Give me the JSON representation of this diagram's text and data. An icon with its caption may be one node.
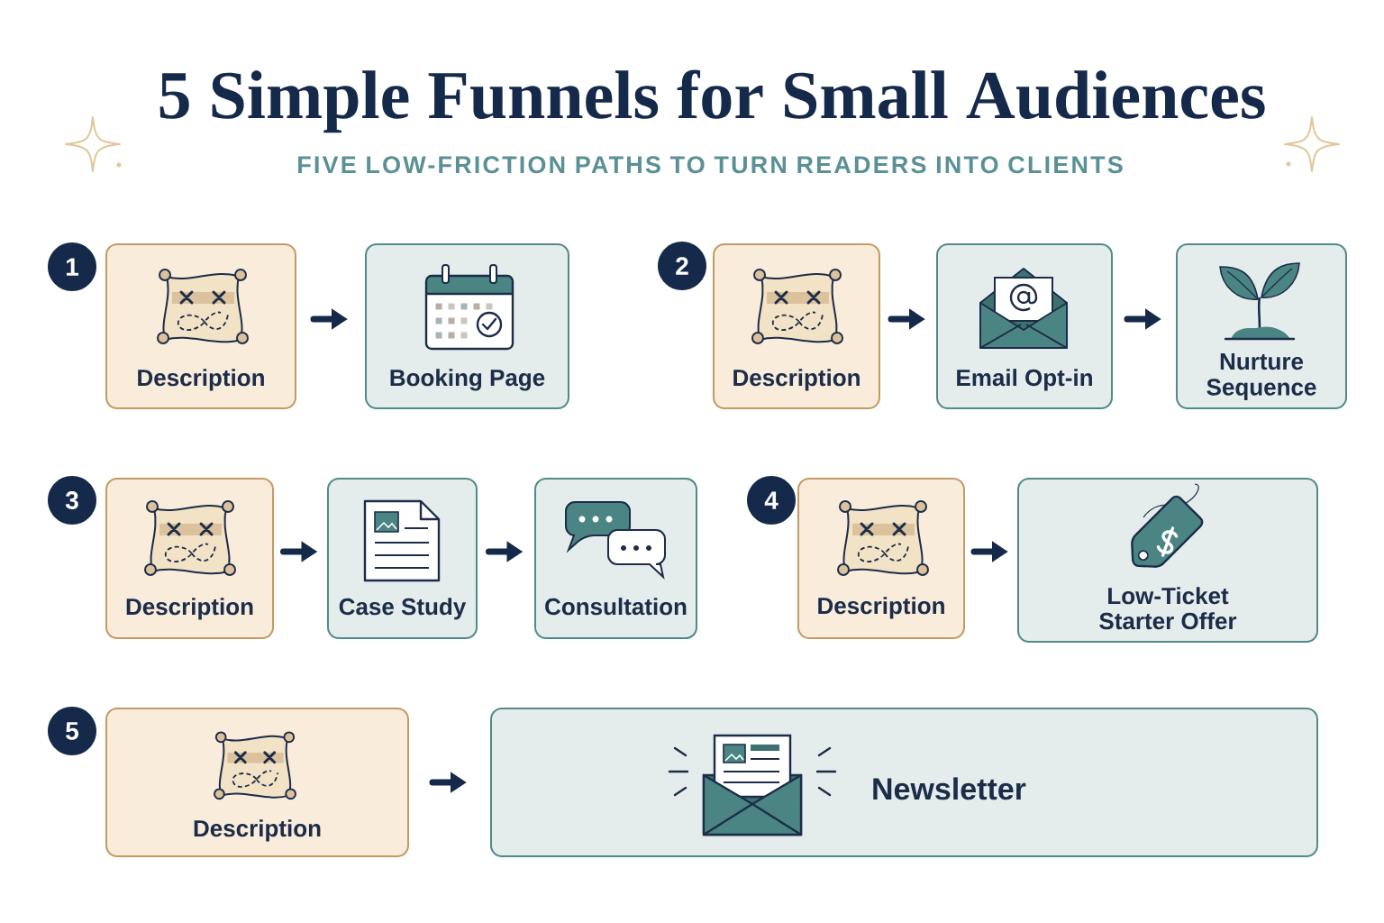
{
  "diagram": {
    "title": "5 Simple Funnels for Small Audiences",
    "nodes": [
      {
        "text": [
          "1"
        ]
      },
      {
        "text": [
          "Description"
        ]
      },
      {
        "text": [
          "Booking Page"
        ]
      },
      {
        "text": [
          "2"
        ]
      },
      {
        "text": [
          "Description"
        ]
      },
      {
        "text": [
          "Email Opt-in"
        ]
      },
      {
        "text": [
          "Nurture Sequence"
        ]
      },
      {
        "text": [
          "3"
        ]
      },
      {
        "text": [
          "Description"
        ]
      },
      {
        "text": [
          "Case Study"
        ]
      },
      {
        "text": [
          "Consultation"
        ]
      },
      {
        "text": [
          "4"
        ]
      },
      {
        "text": [
          "Description"
        ]
      },
      {
        "text": [
          "Low-Ticket Starter Offer"
        ]
      },
      {
        "text": [
          "5"
        ]
      },
      {
        "text": [
          "Description"
        ]
      },
      {
        "text": [
          "Newsletter"
        ]
      }
    ],
    "edges": [
      {
        "from": 1,
        "to": 2,
        "arrow": "to"
      },
      {
        "from": 4,
        "to": 5,
        "arrow": "to"
      },
      {
        "from": 5,
        "to": 6,
        "arrow": "to"
      },
      {
        "from": 8,
        "to": 9,
        "arrow": "to"
      },
      {
        "from": 9,
        "to": 10,
        "arrow": "to"
      },
      {
        "from": 12,
        "to": 13,
        "arrow": "to"
      },
      {
        "from": 15,
        "to": 16,
        "arrow": "to"
      }
    ],
    "labels": [
      "FIVE LOW-FRICTION PATHS TO TURN READERS INTO CLIENTS"
    ]
  }
}
